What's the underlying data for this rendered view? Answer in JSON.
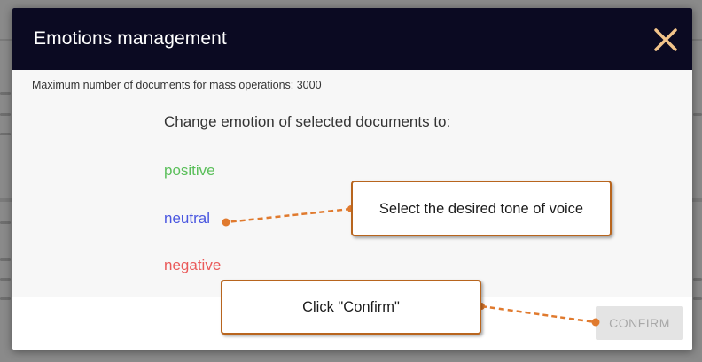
{
  "modal": {
    "title": "Emotions management",
    "max_docs_text": "Maximum number of documents for mass operations: 3000",
    "prompt": "Change emotion of selected documents to:",
    "emotions": {
      "positive": "positive",
      "neutral": "neutral",
      "negative": "negative"
    },
    "confirm_label": "CONFIRM"
  },
  "callouts": {
    "tone": "Select the desired tone of voice",
    "confirm": "Click \"Confirm\""
  },
  "colors": {
    "header_bg": "#0b0a22",
    "close_icon": "#f2c48a",
    "positive": "#5bbf5b",
    "neutral": "#4a57e0",
    "negative": "#ea5a5a",
    "callout_border": "#b8651e",
    "arrow": "#e07a2e"
  }
}
